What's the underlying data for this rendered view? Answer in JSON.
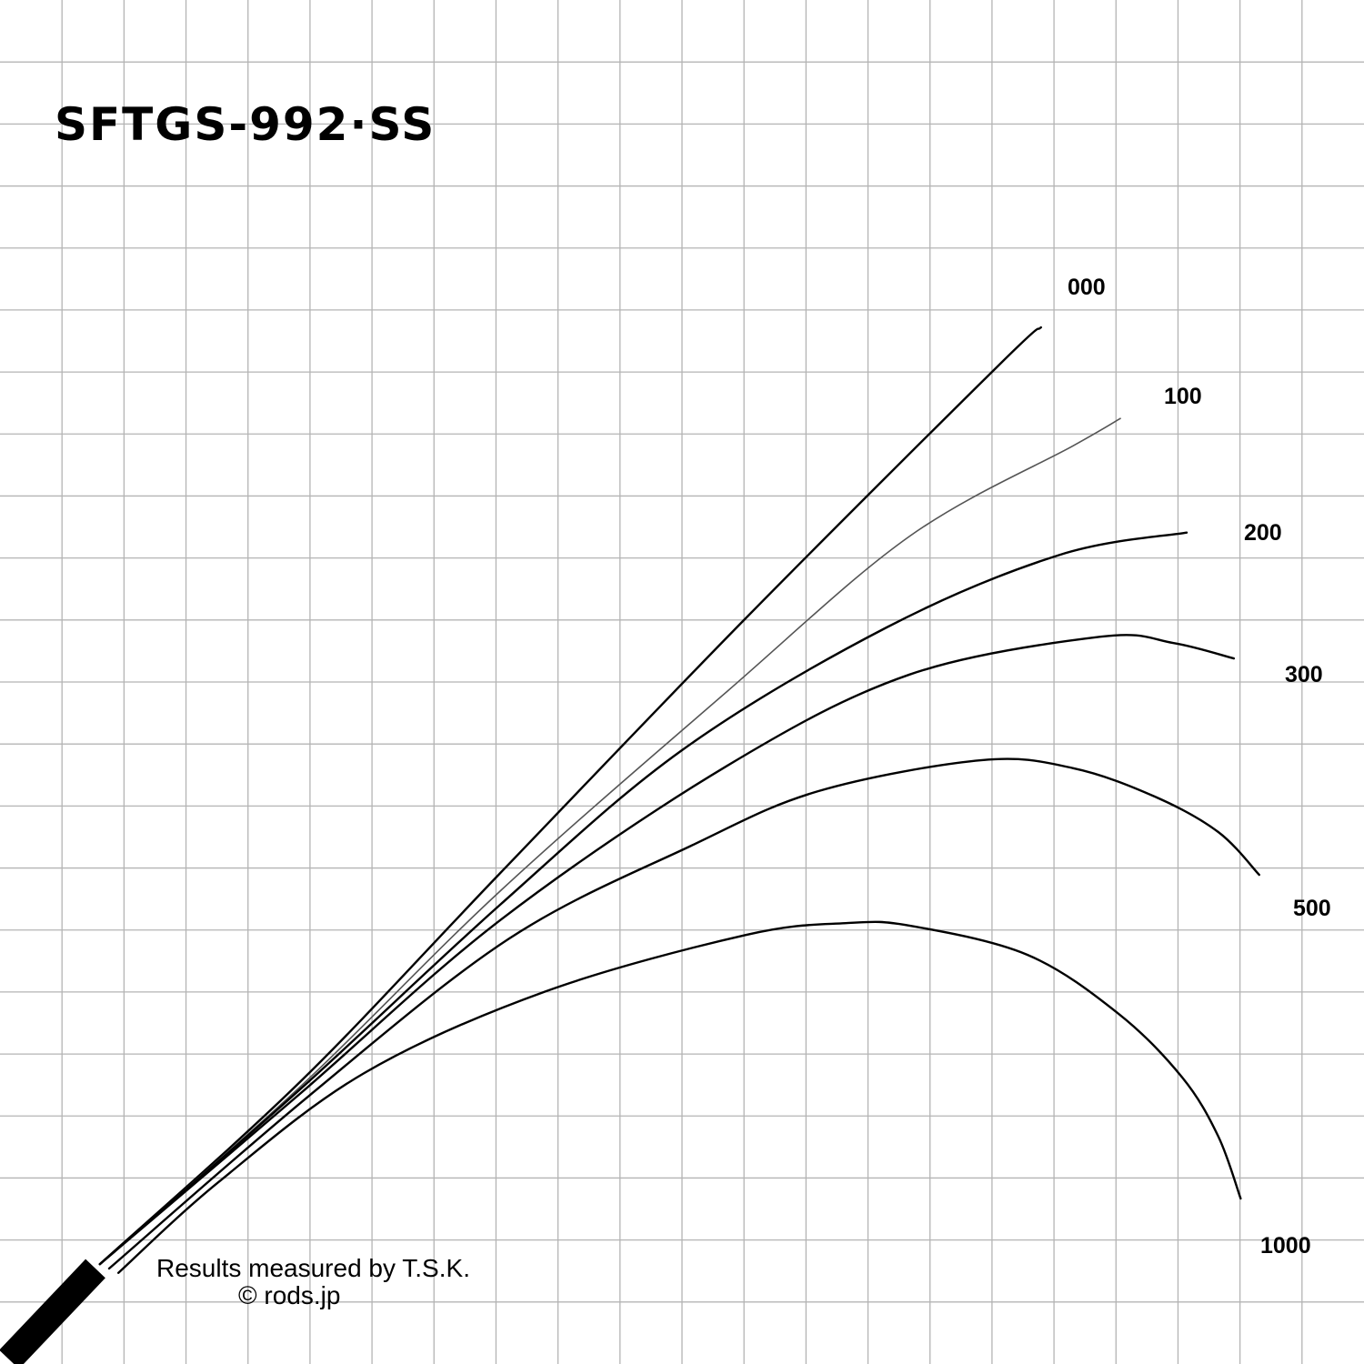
{
  "chart_data": {
    "type": "line",
    "title": "SFTGS-992·SS",
    "xlabel": "",
    "ylabel": "",
    "units": "grid squares from bottom-left",
    "xlim": [
      0,
      22
    ],
    "ylim": [
      0,
      22
    ],
    "grid": true,
    "grid_color": "#b4b4b4",
    "line_color": "#000000",
    "series": [
      {
        "name": "000",
        "points": [
          [
            1.61,
            1.61
          ],
          [
            4.84,
            4.55
          ],
          [
            8.07,
            7.92
          ],
          [
            12.03,
            12.03
          ],
          [
            16.13,
            16.13
          ],
          [
            16.79,
            16.72
          ]
        ]
      },
      {
        "name": "100",
        "points": [
          [
            1.61,
            1.61
          ],
          [
            4.84,
            4.47
          ],
          [
            8.07,
            7.63
          ],
          [
            11.73,
            10.85
          ],
          [
            14.67,
            13.35
          ],
          [
            17.31,
            14.81
          ],
          [
            18.07,
            15.25
          ]
        ]
      },
      {
        "name": "200",
        "points": [
          [
            1.61,
            1.61
          ],
          [
            4.84,
            4.43
          ],
          [
            8.07,
            7.41
          ],
          [
            11.0,
            9.9
          ],
          [
            14.3,
            11.88
          ],
          [
            17.09,
            13.05
          ],
          [
            19.14,
            13.41
          ]
        ]
      },
      {
        "name": "300",
        "points": [
          [
            1.61,
            1.61
          ],
          [
            4.84,
            4.36
          ],
          [
            8.07,
            7.16
          ],
          [
            11.73,
            9.65
          ],
          [
            14.67,
            11.12
          ],
          [
            17.75,
            11.73
          ],
          [
            18.92,
            11.63
          ],
          [
            19.9,
            11.38
          ]
        ]
      },
      {
        "name": "500",
        "points": [
          [
            1.76,
            1.54
          ],
          [
            4.99,
            4.33
          ],
          [
            8.21,
            6.86
          ],
          [
            11.15,
            8.36
          ],
          [
            13.2,
            9.24
          ],
          [
            15.84,
            9.74
          ],
          [
            17.31,
            9.61
          ],
          [
            18.63,
            9.15
          ],
          [
            19.65,
            8.58
          ],
          [
            20.31,
            7.89
          ]
        ]
      },
      {
        "name": "1000",
        "points": [
          [
            1.91,
            1.47
          ],
          [
            3.52,
            2.93
          ],
          [
            5.87,
            4.69
          ],
          [
            8.8,
            6.01
          ],
          [
            12.03,
            6.92
          ],
          [
            13.64,
            7.11
          ],
          [
            14.67,
            7.07
          ],
          [
            16.57,
            6.6
          ],
          [
            18.04,
            5.65
          ],
          [
            19.07,
            4.62
          ],
          [
            19.65,
            3.67
          ],
          [
            20.01,
            2.67
          ]
        ]
      }
    ]
  },
  "credit": {
    "line1": "Results measured by T.S.K.",
    "line2": "© rods.jp"
  }
}
